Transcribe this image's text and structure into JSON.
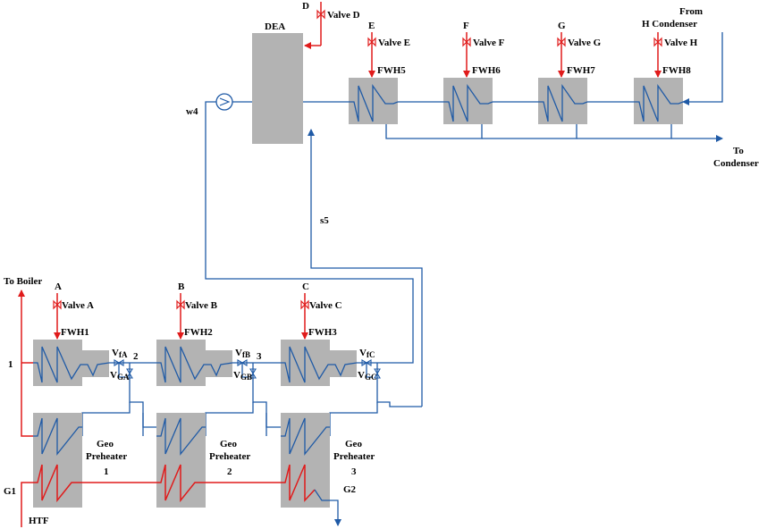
{
  "top": {
    "dea_label": "DEA",
    "d_label": "D",
    "valve_d": "Valve D",
    "w4": "w4",
    "s5": "s5",
    "from_condenser_1": "From",
    "from_condenser_2": "H Condenser",
    "to_condenser_1": "To",
    "to_condenser_2": "Condenser",
    "heaters": [
      {
        "stream": "E",
        "valve": "Valve E",
        "name": "FWH5"
      },
      {
        "stream": "F",
        "valve": "Valve F",
        "name": "FWH6"
      },
      {
        "stream": "G",
        "valve": "Valve G",
        "name": "FWH7"
      },
      {
        "stream": "",
        "valve": "Valve H",
        "name": "FWH8"
      }
    ]
  },
  "bottom": {
    "to_boiler": "To Boiler",
    "state_1": "1",
    "g1": "G1",
    "htf": "HTF",
    "g2": "G2",
    "heaters": [
      {
        "stream": "A",
        "valve": "Valve A",
        "name": "FWH1",
        "vf": "V",
        "vf_sub": "fA",
        "vg": "V",
        "vg_sub": "GA",
        "node": "2",
        "geo": "Geo",
        "pre": "Preheater",
        "num": "1"
      },
      {
        "stream": "B",
        "valve": "Valve B",
        "name": "FWH2",
        "vf": "V",
        "vf_sub": "fB",
        "vg": "V",
        "vg_sub": "GB",
        "node": "3",
        "geo": "Geo",
        "pre": "Preheater",
        "num": "2"
      },
      {
        "stream": "C",
        "valve": "Valve C",
        "name": "FWH3",
        "vf": "V",
        "vf_sub": "fC",
        "vg": "V",
        "vg_sub": "GC",
        "node": "",
        "geo": "Geo",
        "pre": "Preheater",
        "num": "3"
      }
    ]
  },
  "colors": {
    "water": "#1f5aa6",
    "steam": "#e01b1b",
    "equipment": "#b3b3b3"
  }
}
